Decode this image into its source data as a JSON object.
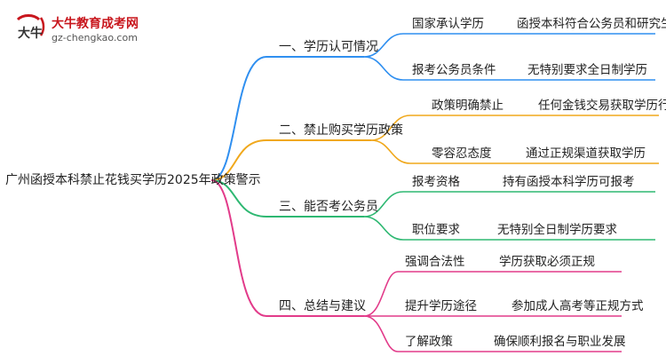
{
  "logo": {
    "title": "大牛教育成考网",
    "url": "gz-chengkao.com",
    "mark_text": "大牛"
  },
  "colors": {
    "blue": "#2f8ff0",
    "orange": "#f0a81c",
    "green": "#2eb872",
    "pink": "#e23b8a",
    "red": "#c8161d"
  },
  "root": {
    "label": "广州函授本科禁止花钱买学历2025年政策警示"
  },
  "branches": [
    {
      "label": "一、学历认可情况",
      "color": "blue",
      "children": [
        {
          "label": "国家承认学历",
          "detail": "函授本科符合公务员和研究生要求"
        },
        {
          "label": "报考公务员条件",
          "detail": "无特别要求全日制学历"
        }
      ]
    },
    {
      "label": "二、禁止购买学历政策",
      "color": "orange",
      "children": [
        {
          "label": "政策明确禁止",
          "detail": "任何金钱交易获取学历行为"
        },
        {
          "label": "零容忍态度",
          "detail": "通过正规渠道获取学历"
        }
      ]
    },
    {
      "label": "三、能否考公务员",
      "color": "green",
      "children": [
        {
          "label": "报考资格",
          "detail": "持有函授本科学历可报考"
        },
        {
          "label": "职位要求",
          "detail": "无特别全日制学历要求"
        }
      ]
    },
    {
      "label": "四、总结与建议",
      "color": "pink",
      "children": [
        {
          "label": "强调合法性",
          "detail": "学历获取必须正规"
        },
        {
          "label": "提升学历途径",
          "detail": "参加成人高考等正规方式"
        },
        {
          "label": "了解政策",
          "detail": "确保顺利报名与职业发展"
        }
      ]
    }
  ]
}
